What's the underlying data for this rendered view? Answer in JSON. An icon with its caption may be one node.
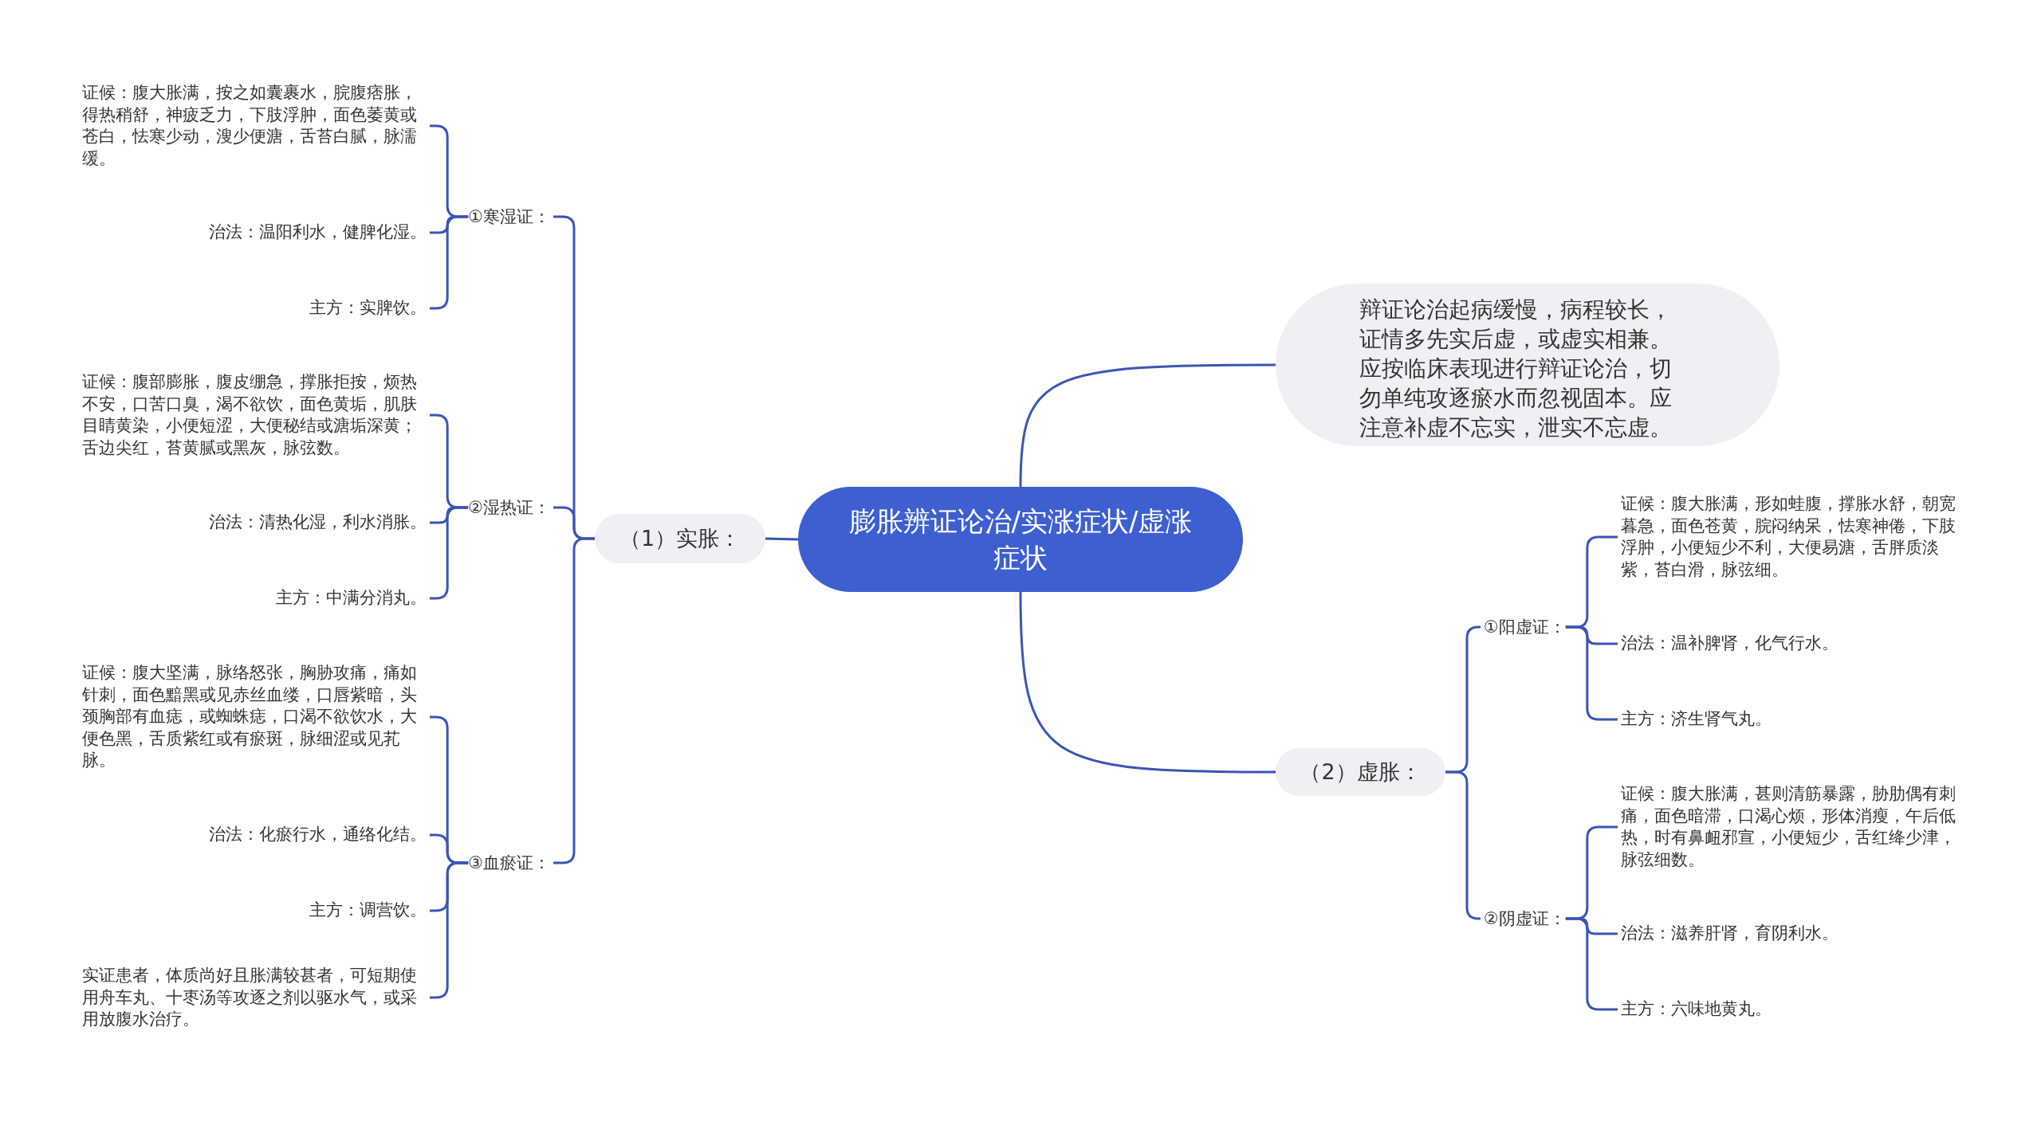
{
  "diagram": {
    "nodes": [
      {
        "text": [
          "膨胀辨证论治/实涨症状/虚涨症状"
        ]
      },
      {
        "text": [
          "辩证论治起病缓慢，病程较长，证情多先实后虚，或虚实相兼。应按临床表现进行辩证论治，切勿单纯攻逐瘀水而忽视固本。应注意补虚不忘实，泄实不忘虚。"
        ]
      },
      {
        "text": [
          "（1）实胀："
        ]
      },
      {
        "text": [
          "①寒湿证："
        ]
      },
      {
        "text": [
          "证候：腹大胀满，按之如囊裹水，脘腹痞胀，得热稍舒，神疲乏力，下肢浮肿，面色萎黄或苍白，怯寒少动，溲少便溏，舌苔白腻，脉濡缓。"
        ]
      },
      {
        "text": [
          "治法：温阳利水，健脾化湿。"
        ]
      },
      {
        "text": [
          "主方：实脾饮。"
        ]
      },
      {
        "text": [
          "②湿热证："
        ]
      },
      {
        "text": [
          "证候：腹部膨胀，腹皮绷急，撑胀拒按，烦热不安，口苦口臭，渴不欲饮，面色黄垢，肌肤目睛黄染，小便短涩，大便秘结或溏垢深黄；舌边尖红，苔黄腻或黑灰，脉弦数。"
        ]
      },
      {
        "text": [
          "治法：清热化湿，利水消胀。"
        ]
      },
      {
        "text": [
          "主方：中满分消丸。"
        ]
      },
      {
        "text": [
          "③血瘀证："
        ]
      },
      {
        "text": [
          "证候：腹大坚满，脉络怒张，胸胁攻痛，痛如针刺，面色黯黑或见赤丝血缕，口唇紫暗，头颈胸部有血痣，或蜘蛛痣，口渴不欲饮水，大便色黑，舌质紫红或有瘀斑，脉细涩或见芤脉。"
        ]
      },
      {
        "text": [
          "治法：化瘀行水，通络化结。"
        ]
      },
      {
        "text": [
          "主方：调营饮。"
        ]
      },
      {
        "text": [
          "实证患者，体质尚好且胀满较甚者，可短期使用舟车丸、十枣汤等攻逐之剂以驱水气，或采用放腹水治疗。"
        ]
      },
      {
        "text": [
          "（2）虚胀："
        ]
      },
      {
        "text": [
          "①阳虚证："
        ]
      },
      {
        "text": [
          "证候：腹大胀满，形如蛙腹，撑胀水舒，朝宽暮急，面色苍黄，脘闷纳呆，怯寒神倦，下肢浮肿，小便短少不利，大便易溏，舌胖质淡紫，苔白滑，脉弦细。"
        ]
      },
      {
        "text": [
          "治法：温补脾肾，化气行水。"
        ]
      },
      {
        "text": [
          "主方：济生肾气丸。"
        ]
      },
      {
        "text": [
          "②阴虚证："
        ]
      },
      {
        "text": [
          "证候：腹大胀满，甚则清筋暴露，胁肋偶有刺痛，面色暗滞，口渴心烦，形体消瘦，午后低热，时有鼻衄邪宣，小便短少，舌红绛少津，脉弦细数。"
        ]
      },
      {
        "text": [
          "治法：滋养肝肾，育阴利水。"
        ]
      },
      {
        "text": [
          "主方：六味地黄丸。"
        ]
      }
    ],
    "edges": [
      {
        "from": 0,
        "to": 1,
        "arrow": "none"
      },
      {
        "from": 0,
        "to": 2,
        "arrow": "none"
      },
      {
        "from": 0,
        "to": 16,
        "arrow": "none"
      },
      {
        "from": 2,
        "to": 3,
        "arrow": "none"
      },
      {
        "from": 2,
        "to": 7,
        "arrow": "none"
      },
      {
        "from": 2,
        "to": 11,
        "arrow": "none"
      },
      {
        "from": 3,
        "to": 4,
        "arrow": "none"
      },
      {
        "from": 3,
        "to": 5,
        "arrow": "none"
      },
      {
        "from": 3,
        "to": 6,
        "arrow": "none"
      },
      {
        "from": 7,
        "to": 8,
        "arrow": "none"
      },
      {
        "from": 7,
        "to": 9,
        "arrow": "none"
      },
      {
        "from": 7,
        "to": 10,
        "arrow": "none"
      },
      {
        "from": 11,
        "to": 12,
        "arrow": "none"
      },
      {
        "from": 11,
        "to": 13,
        "arrow": "none"
      },
      {
        "from": 11,
        "to": 14,
        "arrow": "none"
      },
      {
        "from": 11,
        "to": 15,
        "arrow": "none"
      },
      {
        "from": 16,
        "to": 17,
        "arrow": "none"
      },
      {
        "from": 16,
        "to": 21,
        "arrow": "none"
      },
      {
        "from": 17,
        "to": 18,
        "arrow": "none"
      },
      {
        "from": 17,
        "to": 19,
        "arrow": "none"
      },
      {
        "from": 17,
        "to": 20,
        "arrow": "none"
      },
      {
        "from": 21,
        "to": 22,
        "arrow": "none"
      },
      {
        "from": 21,
        "to": 23,
        "arrow": "none"
      },
      {
        "from": 21,
        "to": 24,
        "arrow": "none"
      }
    ]
  }
}
